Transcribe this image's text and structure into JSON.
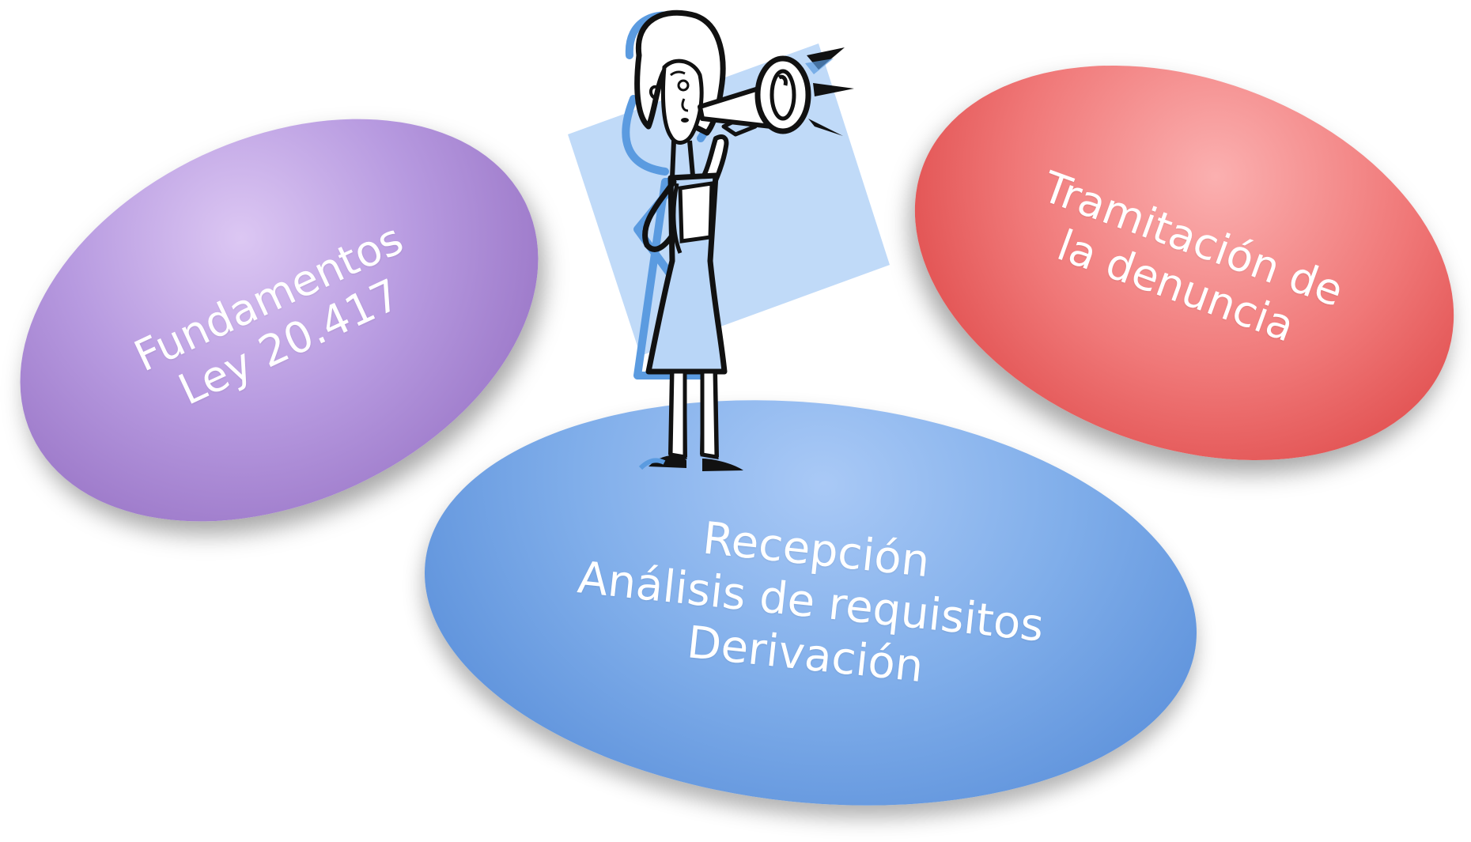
{
  "diagram": {
    "ovals": [
      {
        "id": "fundamentos",
        "lines": [
          "Fundamentos",
          "Ley 20.417"
        ],
        "color": "#a57fd3"
      },
      {
        "id": "tramitacion",
        "lines": [
          "Tramitación de",
          "la denuncia"
        ],
        "color": "#e85b5b"
      },
      {
        "id": "recepcion",
        "lines": [
          "Recepción",
          "Análisis de requisitos",
          "Derivación"
        ],
        "color": "#6a9be0"
      }
    ],
    "illustration": "woman-with-megaphone"
  }
}
